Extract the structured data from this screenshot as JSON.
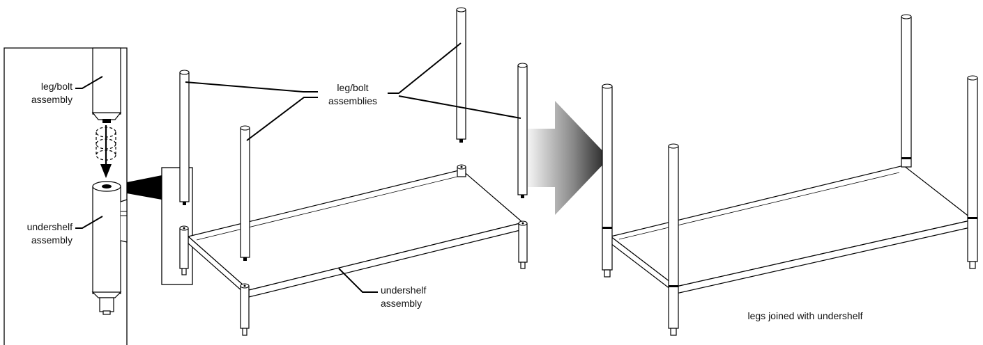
{
  "detail": {
    "leg_label_line1": "leg/bolt",
    "leg_label_line2": "assembly",
    "shelf_label_line1": "undershelf",
    "shelf_label_line2": "assembly"
  },
  "exploded": {
    "legs_label_line1": "leg/bolt",
    "legs_label_line2": "assemblies",
    "shelf_label_line1": "undershelf",
    "shelf_label_line2": "assembly"
  },
  "assembled": {
    "caption": "legs joined with undershelf"
  }
}
